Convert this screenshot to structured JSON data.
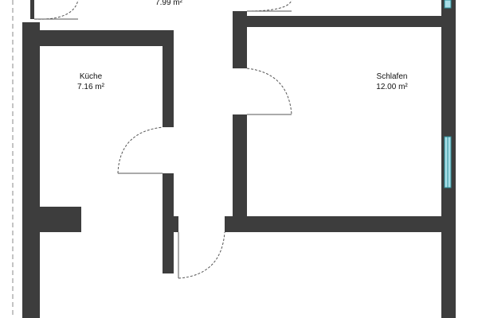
{
  "rooms": [
    {
      "id": "top",
      "area": "7.99 m²"
    },
    {
      "id": "kueche",
      "name": "Küche",
      "area": "7.16 m²"
    },
    {
      "id": "schlafen",
      "name": "Schlafen",
      "area": "12.00 m²"
    }
  ],
  "colors": {
    "wall": "#3d3d3d",
    "window_fill": "#a8dde6",
    "background": "#ffffff"
  }
}
